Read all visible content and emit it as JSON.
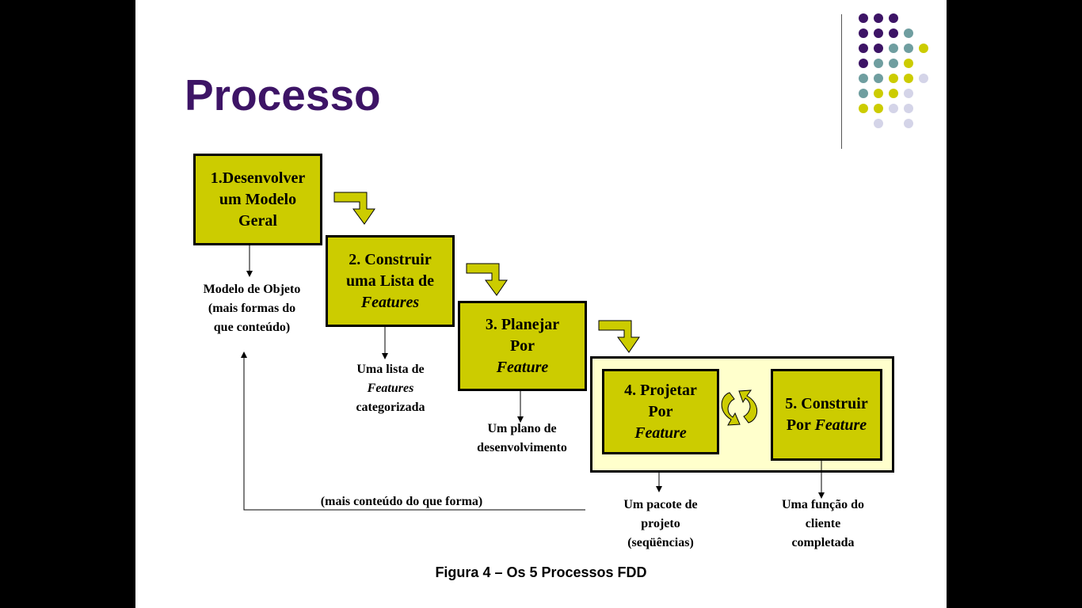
{
  "title": "Processo",
  "caption": "Figura 4 – Os 5 Processos FDD",
  "colors": {
    "purple": "#3d1466",
    "teal": "#6f9ea0",
    "olive": "#cccc00",
    "lavender": "#d4d4e8",
    "group_fill": "#ffffcc"
  },
  "processes": [
    {
      "line1": "1.Desenvolver",
      "line2": "um Modelo",
      "line3": "Geral"
    },
    {
      "line1": "2. Construir",
      "line2": "uma Lista de",
      "line3": "Features"
    },
    {
      "line1": "3. Planejar",
      "line2": "Por",
      "line3": "Feature"
    },
    {
      "line1": "4. Projetar",
      "line2": "Por",
      "line3": "Feature"
    },
    {
      "line1": "5. Construir",
      "line2a": "Por",
      "line2b": "Feature"
    }
  ],
  "outputs": {
    "o1": {
      "line1": "Modelo de Objeto",
      "line2": "(mais formas do",
      "line3": "que conteúdo)"
    },
    "o2": {
      "line1": "Uma lista de",
      "line2": "Features",
      "line3": "categorizada"
    },
    "o3": {
      "line1": "Um plano de",
      "line2": "desenvolvimento"
    },
    "o4": {
      "line1": "Um pacote de",
      "line2": "projeto",
      "line3": "(seqüências)"
    },
    "o5": {
      "line1": "Uma função do",
      "line2": "cliente",
      "line3": "completada"
    }
  },
  "feedback_label": "(mais conteúdo do que forma)",
  "icons": {
    "step_arrow": "step-down-arrow-icon",
    "cycle": "cycle-arrows-icon"
  }
}
